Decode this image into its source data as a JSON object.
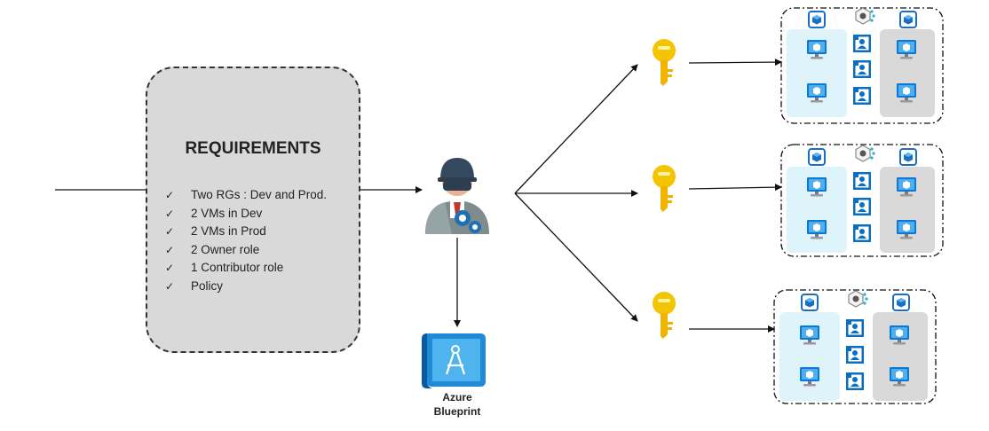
{
  "requirements": {
    "title": "REQUIREMENTS",
    "items": [
      "Two RGs : Dev and Prod.",
      "2 VMs in Dev",
      "2 VMs in Prod",
      "2 Owner role",
      "1 Contributor role",
      "Policy"
    ],
    "check_glyph": "✓"
  },
  "blueprint": {
    "line1": "Azure",
    "line2": "Blueprint",
    "icon": "azure-blueprint-icon"
  },
  "engineer": {
    "icon": "engineer-icon"
  },
  "subscriptions": [
    {
      "key_icon": "key-icon",
      "vm_count_dev": 2,
      "vm_count_prod": 2,
      "role_icons": 3
    },
    {
      "key_icon": "key-icon",
      "vm_count_dev": 2,
      "vm_count_prod": 2,
      "role_icons": 3
    },
    {
      "key_icon": "key-icon",
      "vm_count_dev": 2,
      "vm_count_prod": 2,
      "role_icons": 3
    }
  ],
  "colors": {
    "req_fill": "#d9d9d9",
    "dev_fill": "#dff3fb",
    "prod_fill": "#d9d9d9",
    "key_gold": "#f5c400",
    "azure_blue": "#0078d4"
  }
}
